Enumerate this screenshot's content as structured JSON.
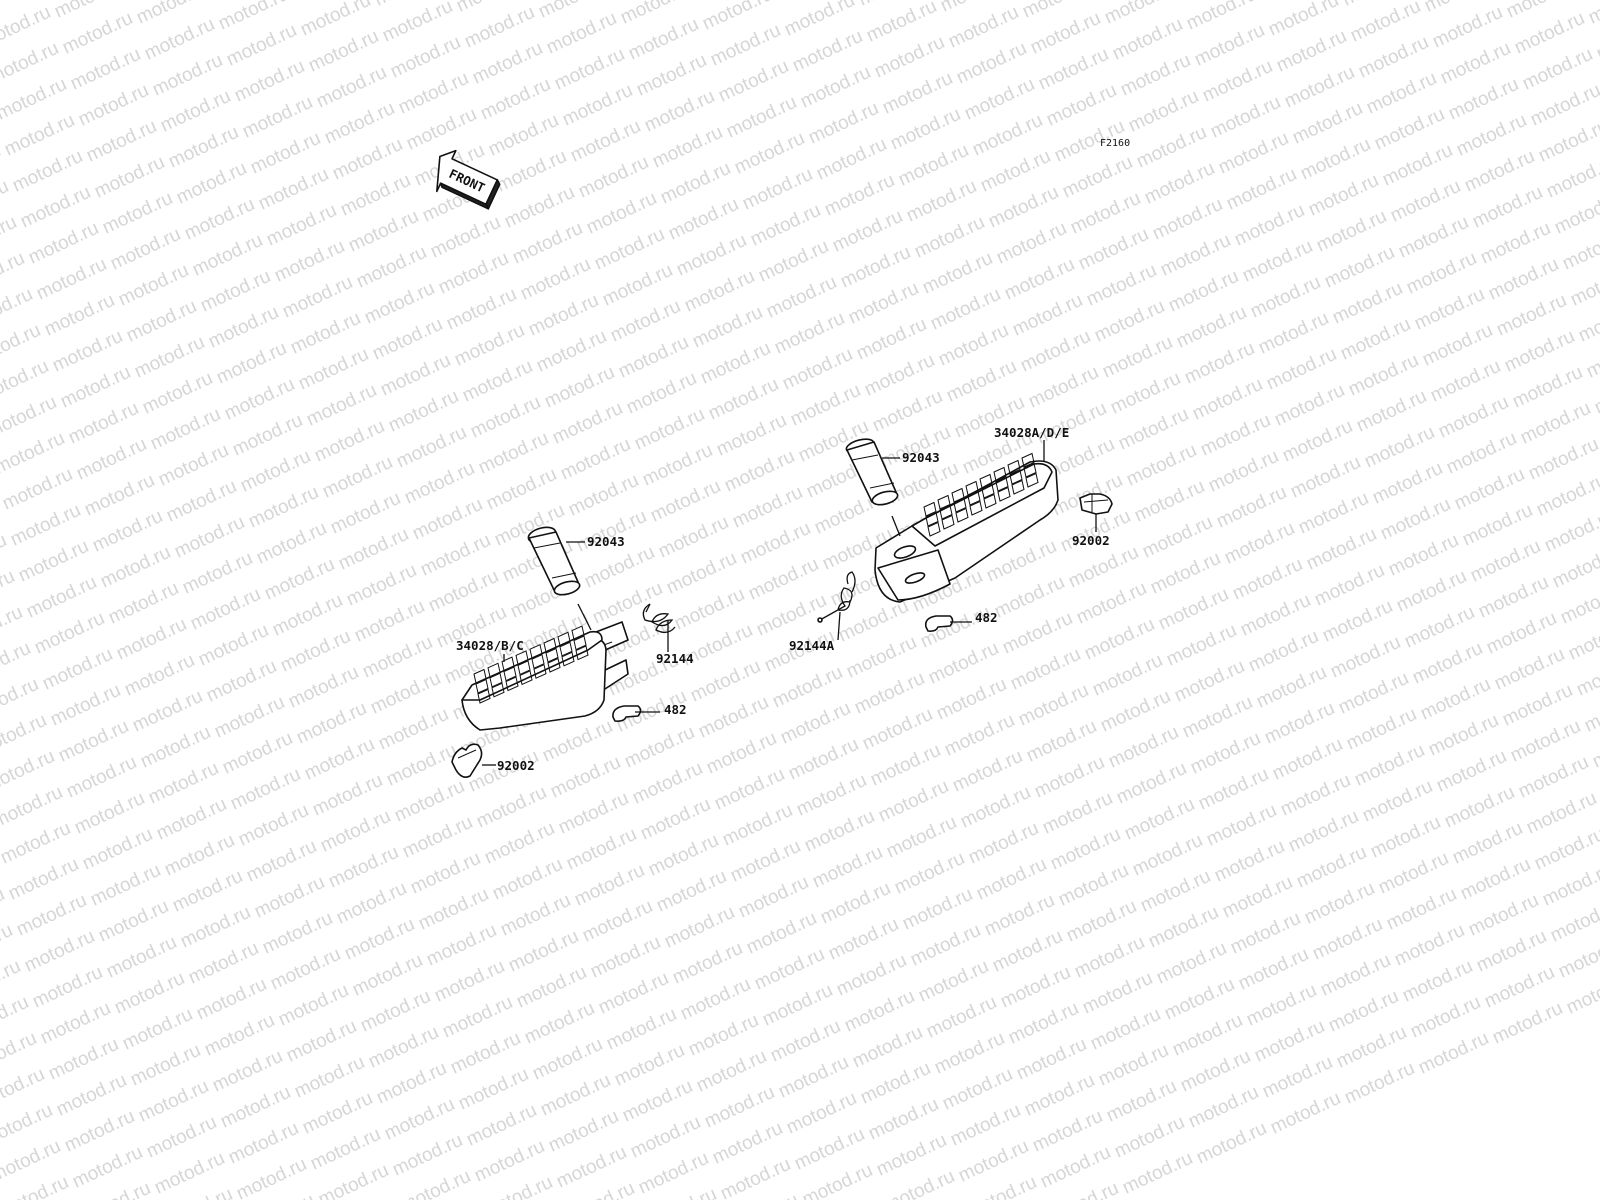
{
  "watermark": {
    "text": "motod.ru"
  },
  "drawing_code": "F2160",
  "front_arrow": {
    "label": "FRONT"
  },
  "callouts": {
    "left_peg": "34028/B/C",
    "left_pin": "92043",
    "left_spring": "92144",
    "left_clip": "482",
    "left_rubber": "92002",
    "right_peg": "34028A/D/E",
    "right_pin": "92043",
    "right_spring": "92144A",
    "right_clip": "482",
    "right_rubber": "92002"
  }
}
